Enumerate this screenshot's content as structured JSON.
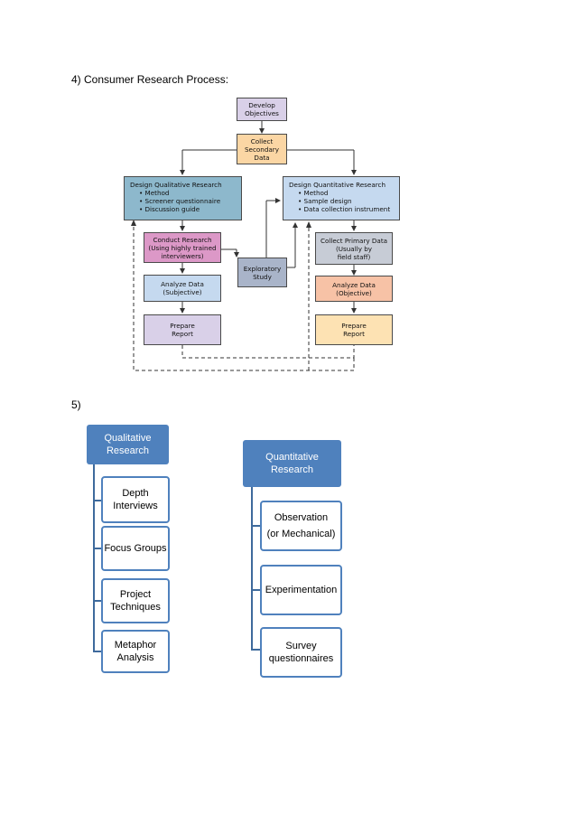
{
  "section4": {
    "heading": "4) Consumer Research Process:"
  },
  "flowchart": {
    "develop": [
      "Develop",
      "Objectives"
    ],
    "collect_secondary": [
      "Collect",
      "Secondary",
      "Data"
    ],
    "design_qual": {
      "title": "Design Qualitative Research",
      "bullets": [
        "• Method",
        "• Screener questionnaire",
        "• Discussion guide"
      ]
    },
    "design_quant": {
      "title": "Design Quantitative Research",
      "bullets": [
        "• Method",
        "• Sample design",
        "• Data collection instrument"
      ]
    },
    "conduct": [
      "Conduct Research",
      "(Using highly trained",
      "interviewers)"
    ],
    "exploratory": [
      "Exploratory",
      "Study"
    ],
    "collect_primary": [
      "Collect Primary Data",
      "(Usually by",
      "field staff)"
    ],
    "analyze_subj": [
      "Analyze Data",
      "(Subjective)"
    ],
    "analyze_obj": [
      "Analyze Data",
      "(Objective)"
    ],
    "prepare_left": [
      "Prepare",
      "Report"
    ],
    "prepare_right": [
      "Prepare",
      "Report"
    ],
    "colors": {
      "purple": "#d9d0e8",
      "orange": "#fbd6a4",
      "blue": "#8db8cc",
      "lightblue": "#c5d9ef",
      "pink": "#dc98c7",
      "slate": "#a9b4c9",
      "grey": "#c7ccd6",
      "salmon": "#f7c2a6",
      "peach": "#fde2b3"
    }
  },
  "section5": {
    "heading": "5)"
  },
  "qualitative": {
    "head": [
      "Qualitative",
      "Research"
    ],
    "items": [
      [
        "Depth",
        "Interviews"
      ],
      [
        "Focus Groups"
      ],
      [
        "Project",
        "Techniques"
      ],
      [
        "Metaphor",
        "Analysis"
      ]
    ]
  },
  "quantitative": {
    "head": [
      "Quantitative",
      "Research"
    ],
    "items": [
      [
        "Observation",
        "(or Mechanical)"
      ],
      [
        "Experimentation"
      ],
      [
        "Survey",
        "questionnaires"
      ]
    ]
  },
  "hier_colors": {
    "head": "#4f81bd",
    "border": "#4f81bd",
    "connector": "#3e6a9c"
  }
}
